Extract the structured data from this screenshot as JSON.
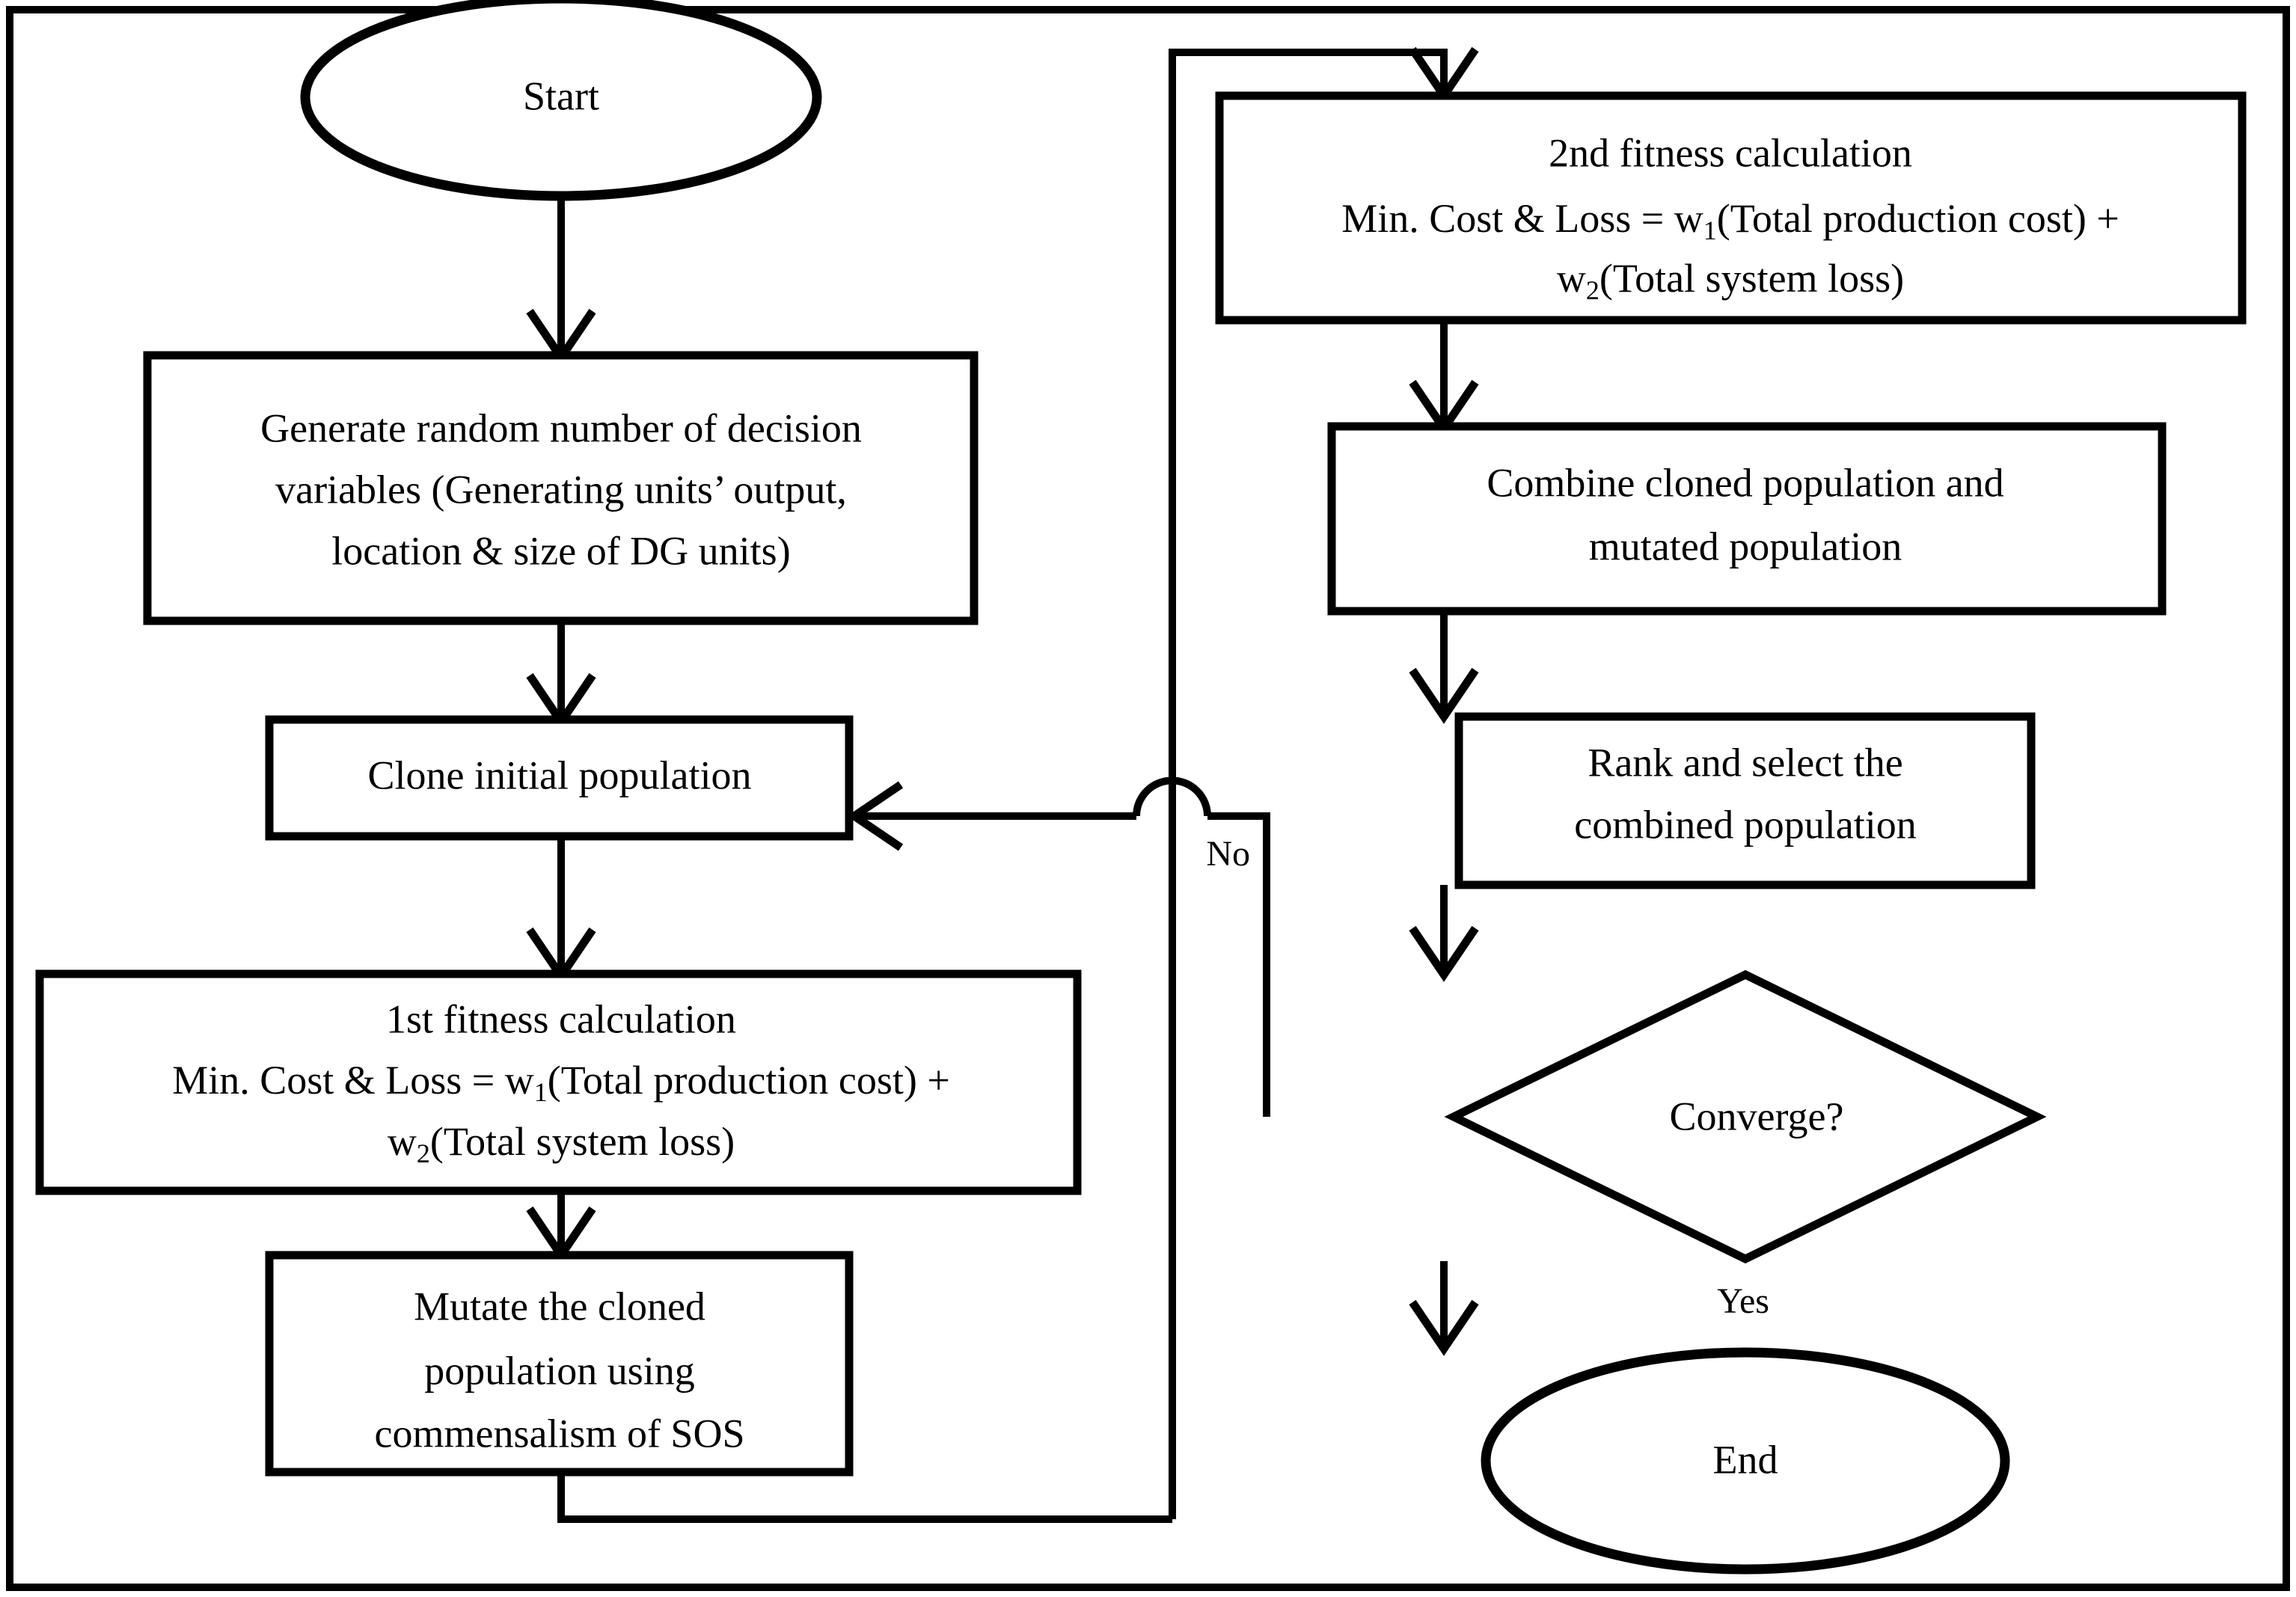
{
  "figure": {
    "title": "Flowchart of clonal selection algorithm hybridised with commensalism of SOS",
    "type": "flowchart",
    "background_color": "#ffffff",
    "line_color": "#000000",
    "has_outer_frame": true
  },
  "nodes": {
    "start": {
      "shape": "ellipse",
      "label": "Start"
    },
    "generate": {
      "shape": "process",
      "lines": [
        "Generate random number of decision",
        "variables (Generating units’ output,",
        "location & size of DG units)"
      ]
    },
    "clone": {
      "shape": "process",
      "lines": [
        "Clone initial population"
      ]
    },
    "fitness1": {
      "shape": "process",
      "lines": [
        "1st fitness calculation",
        "Min. Cost & Loss = w1(Total production cost) +",
        "w2(Total system loss)"
      ],
      "line1": "1st fitness calculation",
      "line2_pre": "Min. Cost & Loss = w",
      "line2_sub": "1",
      "line2_post": "(Total production cost) +",
      "line3_pre": "w",
      "line3_sub": "2",
      "line3_post": "(Total system loss)"
    },
    "mutate": {
      "shape": "process",
      "lines": [
        "Mutate the cloned",
        "population using",
        "commensalism of SOS"
      ]
    },
    "fitness2": {
      "shape": "process",
      "lines": [
        "2nd fitness calculation",
        "Min. Cost & Loss = w1(Total production cost) +",
        "w2(Total system loss)"
      ],
      "line1": "2nd fitness calculation",
      "line2_pre": "Min. Cost & Loss = w",
      "line2_sub": "1",
      "line2_post": "(Total production cost) +",
      "line3_pre": "w",
      "line3_sub": "2",
      "line3_post": "(Total system loss)"
    },
    "combine": {
      "shape": "process",
      "lines": [
        "Combine cloned population and",
        "mutated population"
      ]
    },
    "rank": {
      "shape": "process",
      "lines": [
        "Rank and select the",
        "combined population"
      ]
    },
    "converge": {
      "shape": "decision",
      "label": "Converge?"
    },
    "end": {
      "shape": "ellipse",
      "label": "End"
    }
  },
  "edge_labels": {
    "no": "No",
    "yes": "Yes"
  },
  "flow_order": [
    "start",
    "generate",
    "clone",
    "fitness1",
    "mutate",
    "fitness2",
    "combine",
    "rank",
    "converge",
    "end"
  ]
}
